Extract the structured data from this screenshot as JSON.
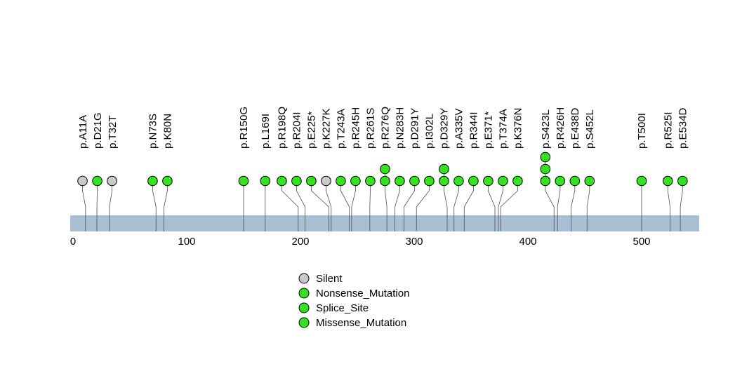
{
  "chart_data": {
    "type": "lollipop",
    "title": "",
    "xlabel": "",
    "xlim": [
      0,
      550
    ],
    "x_ticks": [
      0,
      100,
      200,
      300,
      400,
      500
    ],
    "backbone_color": "#a9bfd4",
    "stem_color": "#4d4d4d",
    "circle_outline_color": "#000000",
    "type_colors": {
      "Silent": "#c9c9c9",
      "Nonsense_Mutation": "#35e222",
      "Splice_Site": "#35e222",
      "Missense_Mutation": "#35e222"
    },
    "mutations": [
      {
        "label": "p.A11A",
        "pos": 11,
        "count": 1,
        "type": "Silent"
      },
      {
        "label": "p.D21G",
        "pos": 21,
        "count": 1,
        "type": "Missense_Mutation"
      },
      {
        "label": "p.T32T",
        "pos": 32,
        "count": 1,
        "type": "Silent"
      },
      {
        "label": "p.N73S",
        "pos": 73,
        "count": 1,
        "type": "Missense_Mutation"
      },
      {
        "label": "p.K80N",
        "pos": 80,
        "count": 1,
        "type": "Missense_Mutation"
      },
      {
        "label": "p.R150G",
        "pos": 150,
        "count": 1,
        "type": "Missense_Mutation"
      },
      {
        "label": "p.L169I",
        "pos": 169,
        "count": 1,
        "type": "Missense_Mutation"
      },
      {
        "label": "p.R198Q",
        "pos": 198,
        "count": 1,
        "type": "Missense_Mutation"
      },
      {
        "label": "p.R204I",
        "pos": 204,
        "count": 1,
        "type": "Missense_Mutation"
      },
      {
        "label": "p.E225*",
        "pos": 225,
        "count": 1,
        "type": "Nonsense_Mutation"
      },
      {
        "label": "p.K227K",
        "pos": 227,
        "count": 1,
        "type": "Silent"
      },
      {
        "label": "p.T243A",
        "pos": 243,
        "count": 1,
        "type": "Missense_Mutation"
      },
      {
        "label": "p.R245H",
        "pos": 245,
        "count": 1,
        "type": "Missense_Mutation"
      },
      {
        "label": "p.R261S",
        "pos": 261,
        "count": 1,
        "type": "Missense_Mutation"
      },
      {
        "label": "p.R276Q",
        "pos": 276,
        "count": 2,
        "type": "Missense_Mutation"
      },
      {
        "label": "p.N283H",
        "pos": 283,
        "count": 1,
        "type": "Missense_Mutation"
      },
      {
        "label": "p.D291Y",
        "pos": 291,
        "count": 1,
        "type": "Missense_Mutation"
      },
      {
        "label": "p.I302L",
        "pos": 302,
        "count": 1,
        "type": "Missense_Mutation"
      },
      {
        "label": "p.D329Y",
        "pos": 329,
        "count": 2,
        "type": "Missense_Mutation"
      },
      {
        "label": "p.A335V",
        "pos": 335,
        "count": 1,
        "type": "Missense_Mutation"
      },
      {
        "label": "p.R344I",
        "pos": 344,
        "count": 1,
        "type": "Missense_Mutation"
      },
      {
        "label": "p.E371*",
        "pos": 371,
        "count": 1,
        "type": "Nonsense_Mutation"
      },
      {
        "label": "p.T374A",
        "pos": 374,
        "count": 1,
        "type": "Missense_Mutation"
      },
      {
        "label": "p.K376N",
        "pos": 376,
        "count": 1,
        "type": "Missense_Mutation"
      },
      {
        "label": "p.S423L",
        "pos": 423,
        "count": 3,
        "type": "Missense_Mutation"
      },
      {
        "label": "p.R426H",
        "pos": 426,
        "count": 1,
        "type": "Missense_Mutation"
      },
      {
        "label": "p.E438D",
        "pos": 438,
        "count": 1,
        "type": "Missense_Mutation"
      },
      {
        "label": "p.S452L",
        "pos": 452,
        "count": 1,
        "type": "Missense_Mutation"
      },
      {
        "label": "p.T500I",
        "pos": 500,
        "count": 1,
        "type": "Missense_Mutation"
      },
      {
        "label": "p.R525I",
        "pos": 525,
        "count": 1,
        "type": "Missense_Mutation"
      },
      {
        "label": "p.E534D",
        "pos": 534,
        "count": 1,
        "type": "Missense_Mutation"
      }
    ],
    "legend": [
      {
        "label": "Silent",
        "type": "Silent"
      },
      {
        "label": "Nonsense_Mutation",
        "type": "Nonsense_Mutation"
      },
      {
        "label": "Splice_Site",
        "type": "Splice_Site"
      },
      {
        "label": "Missense_Mutation",
        "type": "Missense_Mutation"
      }
    ]
  }
}
